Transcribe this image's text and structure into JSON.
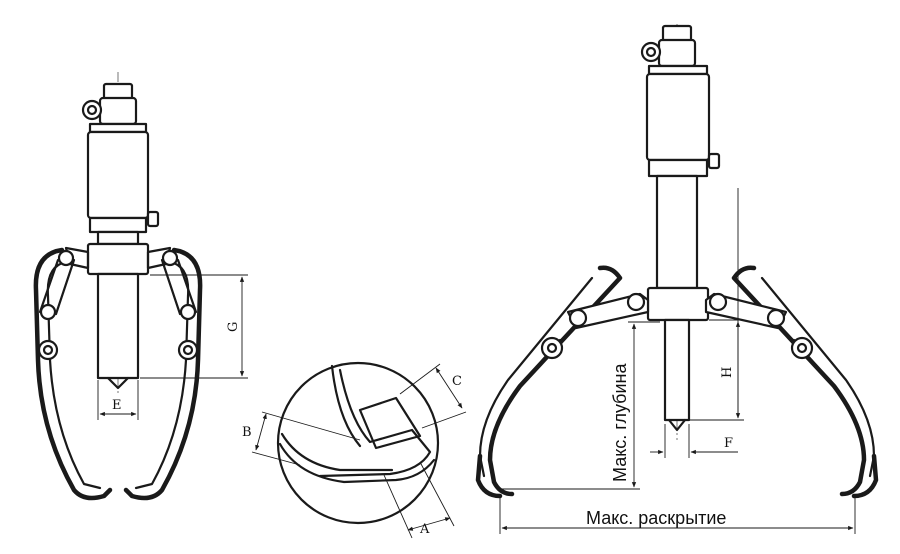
{
  "labels": {
    "e": "E",
    "g": "G",
    "a": "A",
    "b": "B",
    "c": "C",
    "h": "H",
    "f": "F",
    "max_depth": "Макс. глубина",
    "max_opening": "Макс. раскрытие"
  }
}
